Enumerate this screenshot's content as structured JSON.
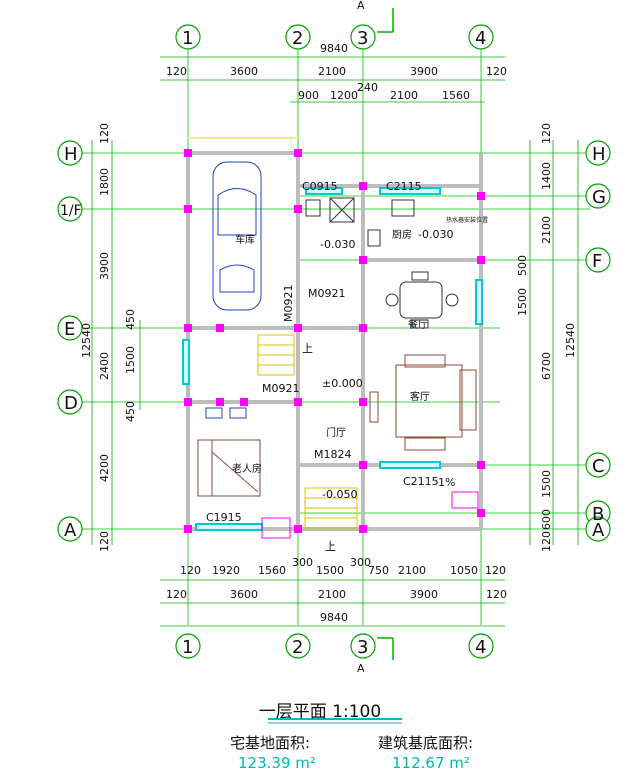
{
  "section_marker": "A",
  "axes_columns": [
    "1",
    "2",
    "3",
    "4"
  ],
  "axes_rows": [
    "H",
    "1/F",
    "G",
    "F",
    "E",
    "D",
    "C",
    "B",
    "A"
  ],
  "dims_top": {
    "total": "9840",
    "row1": [
      "120",
      "3600",
      "2100",
      "3900",
      "120"
    ],
    "row2": [
      "900",
      "1200",
      "240",
      "2100",
      "1560"
    ]
  },
  "dims_bottom": {
    "row1": [
      "120",
      "1920",
      "1560",
      "300",
      "1500",
      "300",
      "750",
      "2100",
      "1050",
      "120"
    ],
    "row2": [
      "120",
      "3600",
      "2100",
      "3900",
      "120"
    ],
    "total": "9840"
  },
  "dims_left": {
    "outer": [
      "120",
      "1800",
      "3900",
      "2400",
      "4200",
      "120"
    ],
    "inner": [
      "450",
      "1500",
      "450"
    ],
    "total": "12540"
  },
  "dims_right": {
    "outer": [
      "120",
      "1400",
      "2100",
      "6700",
      "1500",
      "600",
      "120"
    ],
    "inner": [
      "500",
      "1500"
    ],
    "total": "12540"
  },
  "rooms": {
    "garage": "车库",
    "kitchen": "厨房",
    "dining": "餐厅",
    "living": "客厅",
    "foyer": "门厅",
    "elder_room": "老人房",
    "water_heater": "热水器安装位置"
  },
  "labels": {
    "c0915": "C0915",
    "c2115_top": "C2115",
    "c2115_bottom": "C2115",
    "c1915": "C1915",
    "m0921_a": "M0921",
    "m0921_b": "M0921",
    "m0921_c": "M0921",
    "m1824": "M1824",
    "elev_a": "-0.030",
    "elev_b": "-0.030",
    "elev_zero": "±0.000",
    "elev_c": "-0.050",
    "up_a": "上",
    "up_b": "上",
    "slope": "1%"
  },
  "title": {
    "main": "一层平面  1:100",
    "site_label": "宅基地面积:",
    "site_value": "123.39 m²",
    "build_label": "建筑基底面积:",
    "build_value": "112.67 m²"
  },
  "colors": {
    "grid": "#00c000",
    "wall": "#f0f0f0",
    "column": "#ff00ff",
    "window": "#00c8d8",
    "axis_bubble": "#00a000",
    "area_value": "#00b8b0"
  }
}
